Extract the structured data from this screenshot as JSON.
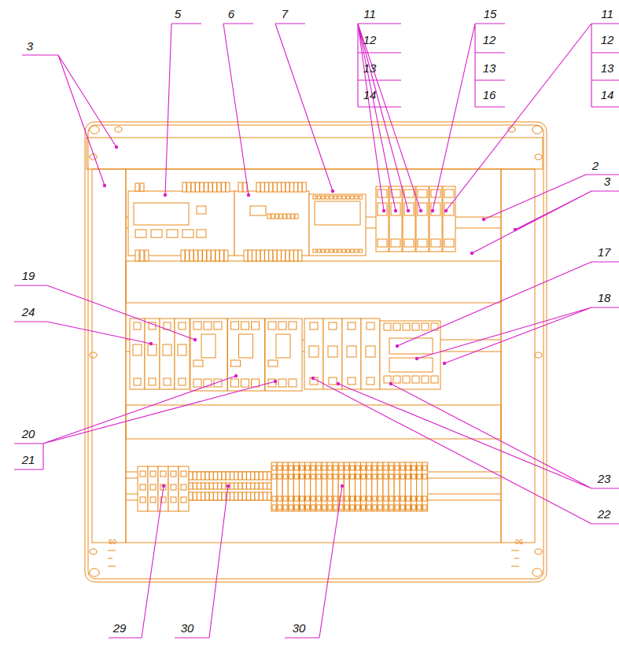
{
  "diagram": {
    "labels": [
      "3",
      "5",
      "6",
      "7",
      "11",
      "12",
      "13",
      "14",
      "15",
      "12",
      "13",
      "16",
      "11",
      "12",
      "13",
      "14",
      "2",
      "3",
      "17",
      "18",
      "19",
      "24",
      "20",
      "21",
      "23",
      "22",
      "29",
      "30",
      "30",
      "50",
      "50"
    ]
  }
}
